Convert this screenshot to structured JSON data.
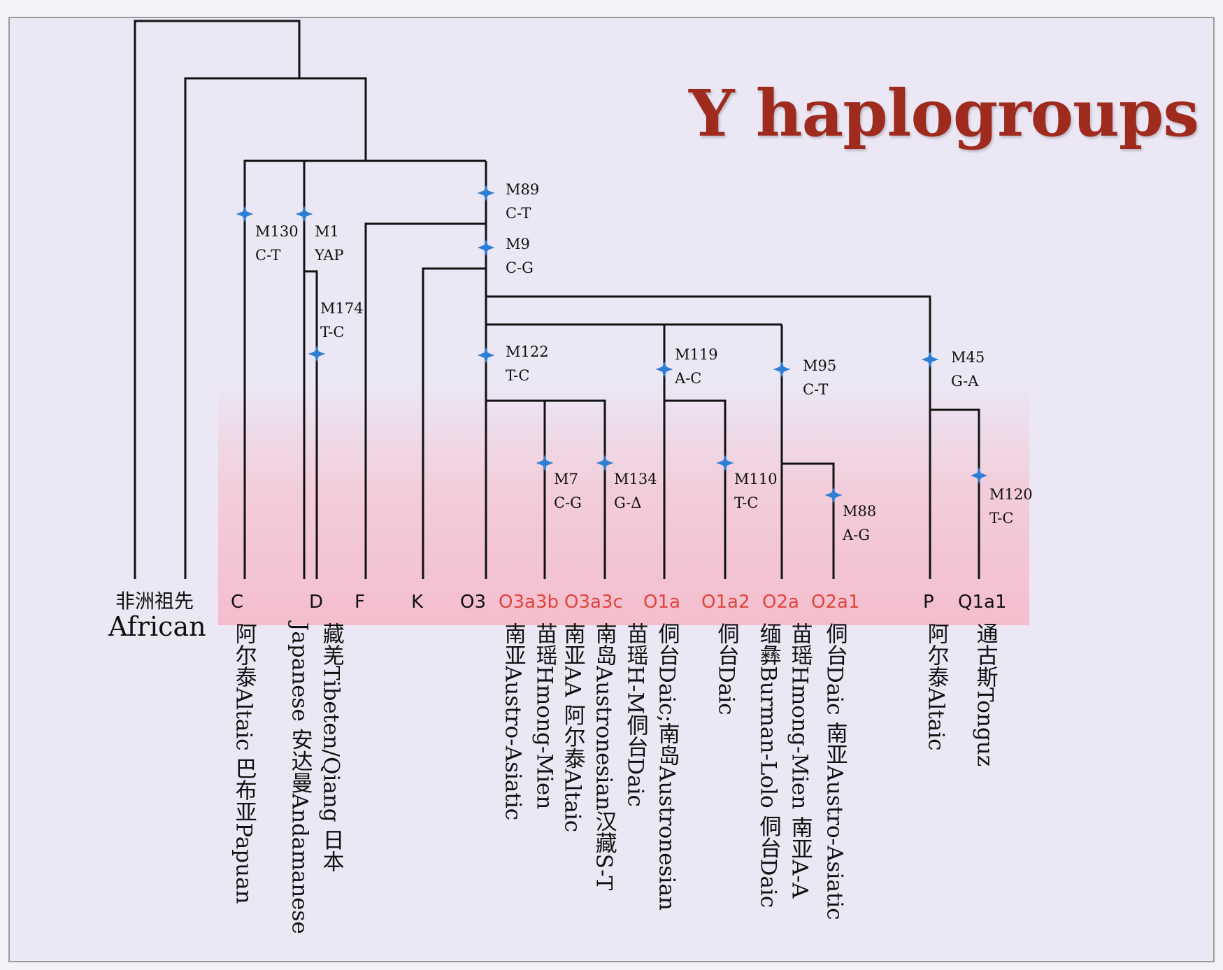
{
  "title": "Y haplogroups",
  "root": {
    "chinese": "非洲祖先",
    "english": "African"
  },
  "tips": [
    {
      "id": "C",
      "label": "C",
      "color": "black",
      "desc": "阿尔泰Altaic 巴布亚Papuan"
    },
    {
      "id": "D",
      "label": "D",
      "color": "black",
      "desc": "藏羌Tibeten/Qiang 日本"
    },
    {
      "id": "F",
      "label": "F",
      "color": "black",
      "desc": ""
    },
    {
      "id": "K",
      "label": "K",
      "color": "black",
      "desc": ""
    },
    {
      "id": "O3",
      "label": "O3",
      "color": "black",
      "desc": "南亚Austro-Asiatic"
    },
    {
      "id": "O3a3b",
      "label": "O3a3b",
      "color": "red",
      "desc": "苗瑶Hmong-Mien"
    },
    {
      "id": "O3a3c",
      "label": "O3a3c",
      "color": "red",
      "desc": "南岛Austronesian汉藏S-T"
    },
    {
      "id": "O1a",
      "label": "O1a",
      "color": "red",
      "desc": "侗台Daic;南岛Austronesian"
    },
    {
      "id": "O1a2",
      "label": "O1a2",
      "color": "red",
      "desc": "侗台Daic"
    },
    {
      "id": "O2a",
      "label": "O2a",
      "color": "red",
      "desc": "苗瑶Hmong-Mien 南亚A-A"
    },
    {
      "id": "O2a1",
      "label": "O2a1",
      "color": "red",
      "desc": "侗台Daic 南亚Austro-Asiatic"
    },
    {
      "id": "P",
      "label": "P",
      "color": "black",
      "desc": "阿尔泰Altaic"
    },
    {
      "id": "Q1a1",
      "label": "Q1a1",
      "color": "black",
      "desc": "通古斯Tonguz"
    }
  ],
  "extra_descs": [
    {
      "id": "japanese",
      "text": "Japanese 安达曼Andamanese"
    },
    {
      "id": "o3a3b-2",
      "text": "南亚AA 阿尔泰Altaic"
    },
    {
      "id": "o3a3c-2",
      "text": "苗瑶H-M侗台Daic"
    },
    {
      "id": "o2a-2",
      "text": "缅彝Burman-Lolo 侗台Daic"
    }
  ],
  "markers": [
    {
      "id": "M130",
      "name": "M130",
      "mutation": "C-T"
    },
    {
      "id": "M1",
      "name": "M1",
      "mutation": "YAP"
    },
    {
      "id": "M174",
      "name": "M174",
      "mutation": "T-C"
    },
    {
      "id": "M89",
      "name": "M89",
      "mutation": "C-T"
    },
    {
      "id": "M9",
      "name": "M9",
      "mutation": "C-G"
    },
    {
      "id": "M122",
      "name": "M122",
      "mutation": "T-C"
    },
    {
      "id": "M119",
      "name": "M119",
      "mutation": "A-C"
    },
    {
      "id": "M95",
      "name": "M95",
      "mutation": "C-T"
    },
    {
      "id": "M45",
      "name": "M45",
      "mutation": "G-A"
    },
    {
      "id": "M7",
      "name": "M7",
      "mutation": "C-G"
    },
    {
      "id": "M134",
      "name": "M134",
      "mutation": "G-Δ"
    },
    {
      "id": "M110",
      "name": "M110",
      "mutation": "T-C"
    },
    {
      "id": "M88",
      "name": "M88",
      "mutation": "A-G"
    },
    {
      "id": "M120",
      "name": "M120",
      "mutation": "T-C"
    }
  ]
}
